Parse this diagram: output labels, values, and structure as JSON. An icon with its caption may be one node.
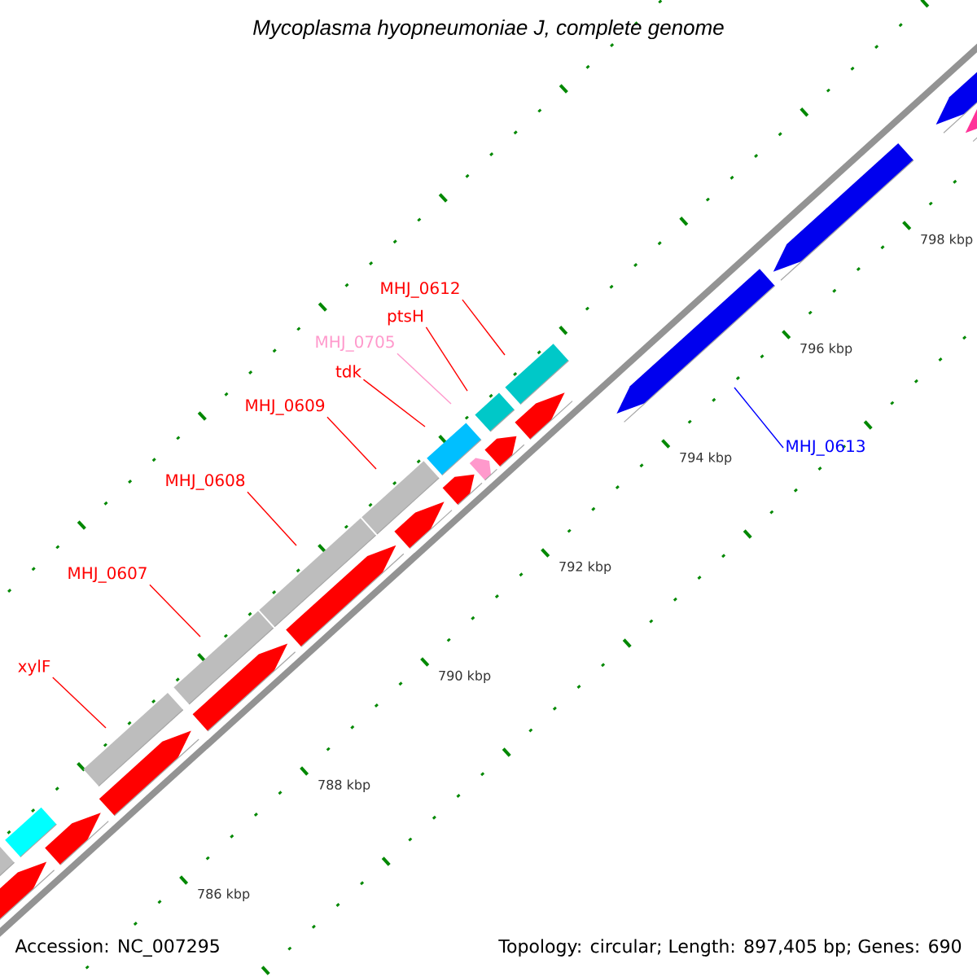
{
  "diagram": {
    "title": "Mycoplasma hyopneumoniae J, complete genome",
    "nodes": [
      {
        "text": [
          "MHJ_0612"
        ]
      },
      {
        "text": [
          "ptsH"
        ]
      },
      {
        "text": [
          "MHJ_0705"
        ]
      },
      {
        "text": [
          "tdk"
        ]
      },
      {
        "text": [
          "MHJ_0609"
        ]
      },
      {
        "text": [
          "MHJ_0613"
        ]
      },
      {
        "text": [
          "MHJ_0608"
        ]
      },
      {
        "text": [
          "MHJ_0607"
        ]
      },
      {
        "text": [
          "xylF"
        ]
      }
    ],
    "edges": [
      {
        "from": 0,
        "to": null,
        "arrow": "none"
      },
      {
        "from": 1,
        "to": null,
        "arrow": "none"
      },
      {
        "from": 2,
        "to": null,
        "arrow": "none",
        "color": "#ff99cc"
      },
      {
        "from": 3,
        "to": null,
        "arrow": "none"
      },
      {
        "from": 4,
        "to": null,
        "arrow": "none"
      },
      {
        "from": 5,
        "to": null,
        "arrow": "none",
        "color": "#0000ff"
      },
      {
        "from": 6,
        "to": null,
        "arrow": "none"
      },
      {
        "from": 7,
        "to": null,
        "arrow": "none"
      },
      {
        "from": 8,
        "to": null,
        "arrow": "none"
      }
    ],
    "labels": [
      "798 kbp",
      "796 kbp",
      "794 kbp",
      "792 kbp",
      "790 kbp",
      "788 kbp",
      "786 kbp",
      "Accession: NC_007295",
      "Topology: circular; Length: 897,405 bp; Genes: 690"
    ]
  }
}
